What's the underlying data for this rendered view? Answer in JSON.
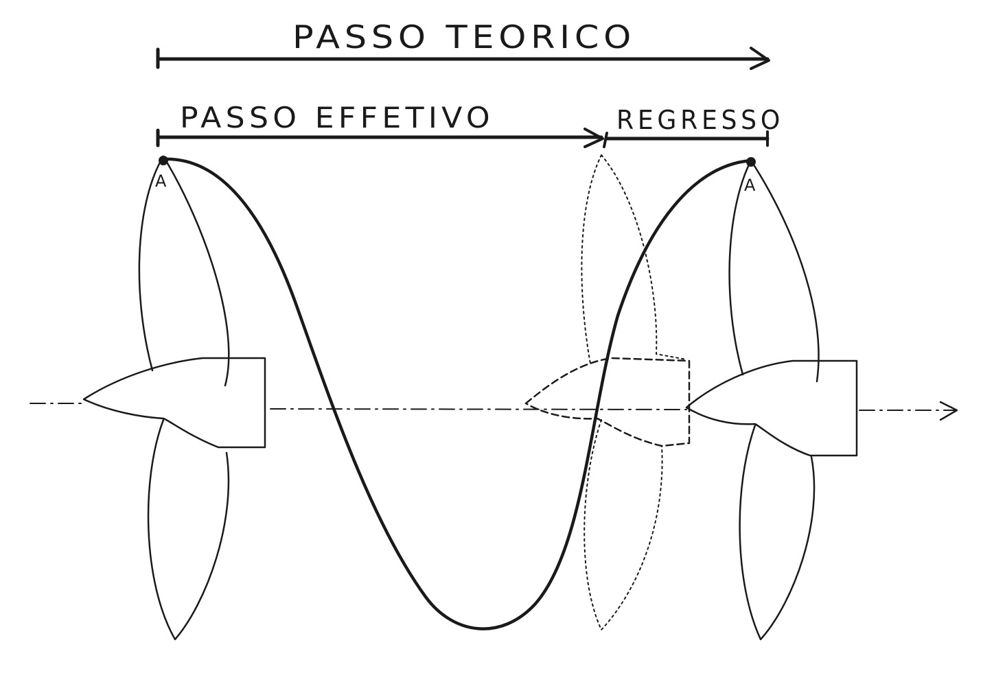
{
  "diagram": {
    "labels": {
      "passo_teorico": "PASSO TEORICO",
      "passo_effettivo": "PASSO EFFETIVO",
      "regresso": "REGRESSO",
      "point_a_left": "A",
      "point_a_right": "A"
    },
    "colors": {
      "ink": "#1a1a1a",
      "background": "#ffffff"
    }
  }
}
